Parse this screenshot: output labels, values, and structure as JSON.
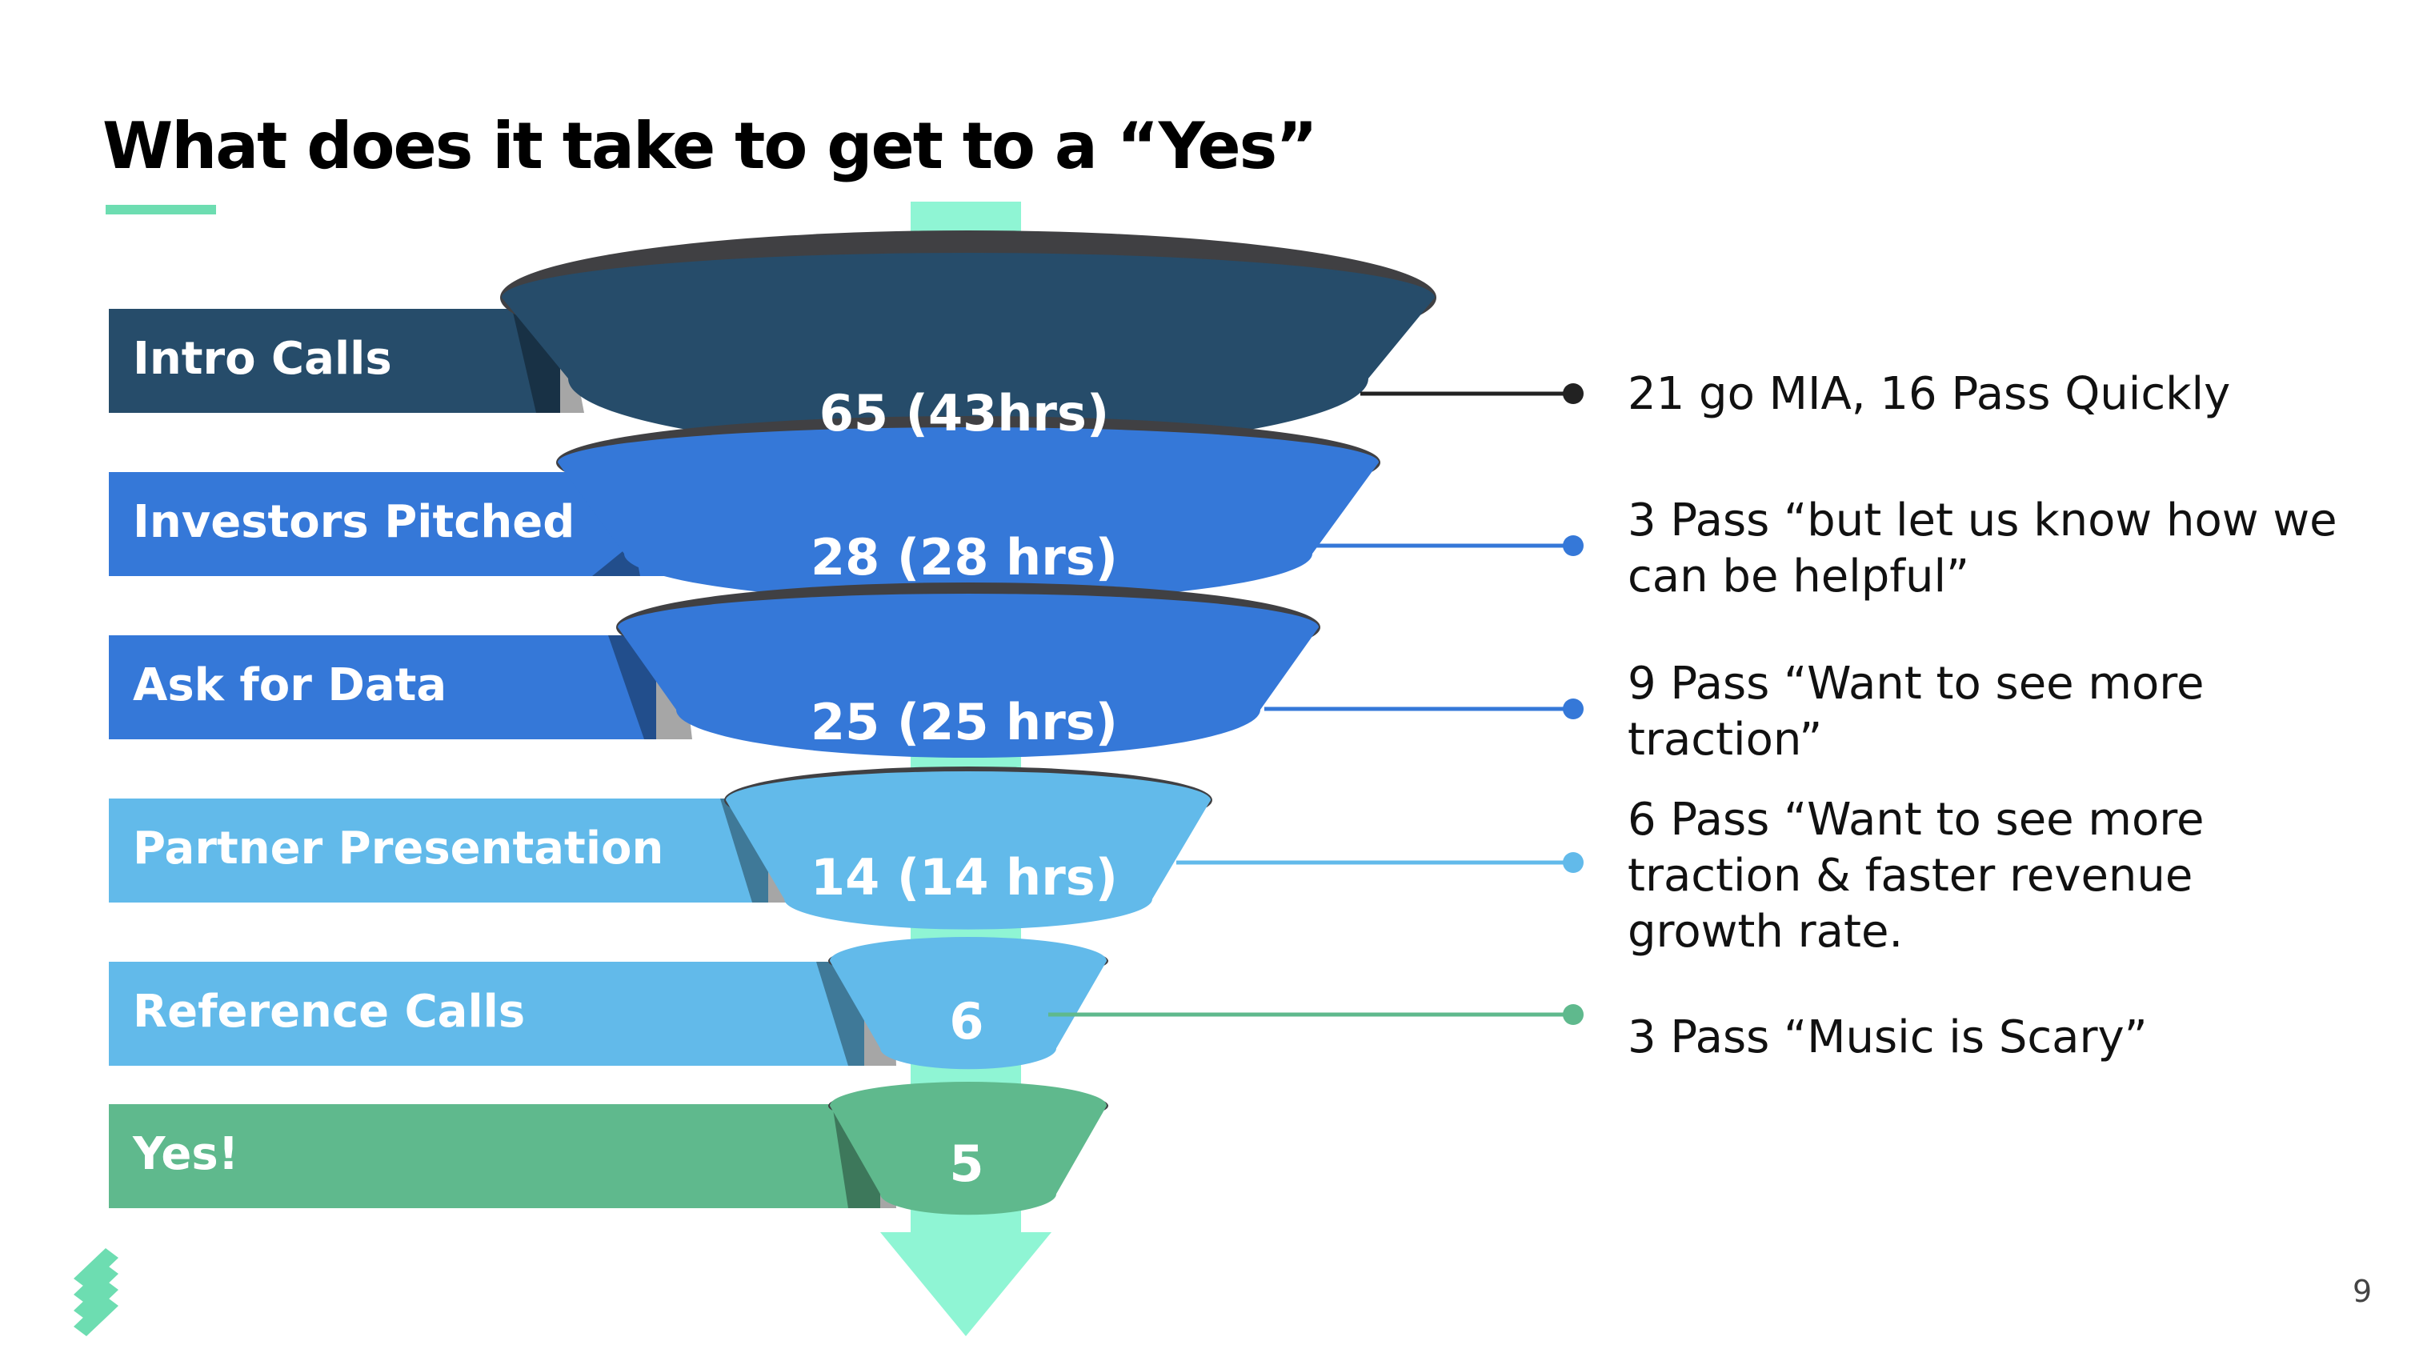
{
  "slide": {
    "title": "What does it take to get to a “Yes”",
    "page_number": "9",
    "accent_color": "#6dddb1"
  },
  "funnel": {
    "arrow_color": "#8ff5d4",
    "stages": [
      {
        "label": "Intro Calls",
        "value": "65  (43hrs)",
        "color": "#264c6a",
        "note": "21 go MIA, 16 Pass Quickly",
        "note_dot_color": "#222222"
      },
      {
        "label": "Investors Pitched",
        "value": "28 (28 hrs)",
        "color": "#3578d8",
        "note": "3 Pass “but let us know how we can be helpful”",
        "note_dot_color": "#3578d8"
      },
      {
        "label": "Ask for Data",
        "value": "25 (25 hrs)",
        "color": "#3578d8",
        "note": "9 Pass “Want to see more traction”",
        "note_dot_color": "#3578d8"
      },
      {
        "label": "Partner Presentation",
        "value": "14 (14 hrs)",
        "color": "#62baea",
        "note": "6 Pass “Want to see more traction & faster revenue growth rate.",
        "note_dot_color": "#62baea"
      },
      {
        "label": "Reference Calls",
        "value": "6",
        "color": "#62baea",
        "note": "3 Pass “Music is Scary”",
        "note_dot_color": "#5fb98d"
      },
      {
        "label": "Yes!",
        "value": "5",
        "color": "#5fb98d",
        "note": "",
        "note_dot_color": ""
      }
    ]
  },
  "logo": {
    "name": "stacked-stripes-logo-icon",
    "color": "#6dddb1"
  }
}
